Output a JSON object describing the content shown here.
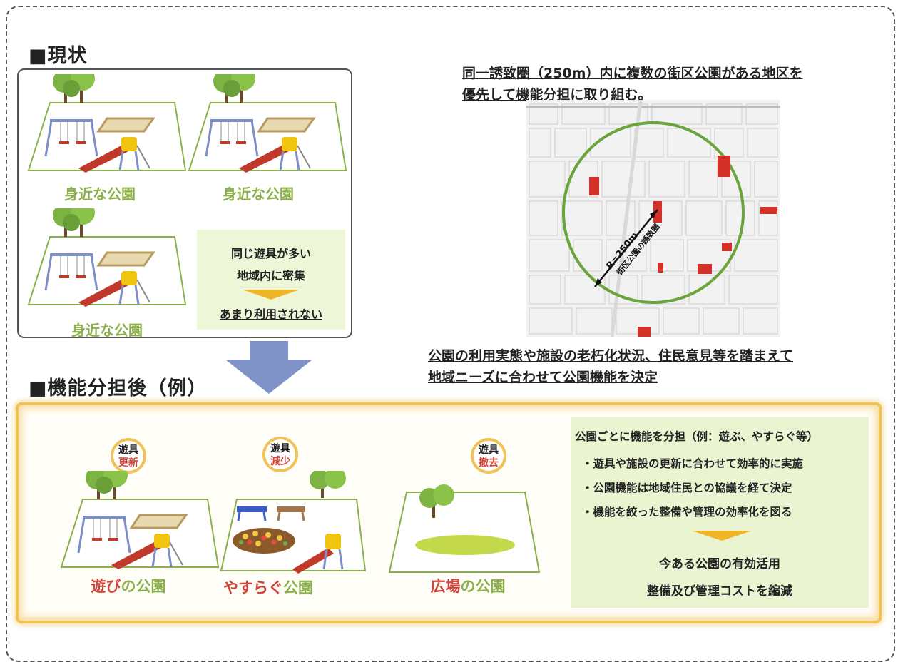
{
  "current": {
    "title": "■現状",
    "park_labels": [
      "身近な公園",
      "身近な公園",
      "身近な公園"
    ],
    "note": {
      "line1": "同じ遊具が多い",
      "line2": "地域内に密集",
      "result": "あまり利用されない"
    }
  },
  "map_section": {
    "heading_line1": "同一誘致圏（250m）内に複数の街区公園がある地区を",
    "heading_line2": "優先して機能分担に取り組む。",
    "radius_label": "R=250m",
    "radius_sublabel": "街区公園の誘致圏",
    "footer_line1": "公園の利用実態や施設の老朽化状況、住民意見等を踏まえて",
    "footer_line2": "地域ニーズに合わせて公園機能を決定"
  },
  "after": {
    "title": "■機能分担後（例）",
    "parks": [
      {
        "badge_top": "遊具",
        "badge_bottom": "更新",
        "label_main": "遊び",
        "label_suffix": "の公園"
      },
      {
        "badge_top": "遊具",
        "badge_bottom": "減少",
        "label_main": "やすらぐ",
        "label_suffix": "公園"
      },
      {
        "badge_top": "遊具",
        "badge_bottom": "撤去",
        "label_main": "広場",
        "label_suffix": "の公園"
      }
    ],
    "info": {
      "title": "公園ごとに機能を分担（例：遊ぶ、やすらぐ等）",
      "bullets": [
        "・遊具や施設の更新に合わせて効率的に実施",
        "・公園機能は地域住民との協議を経て決定",
        "・機能を絞った整備や管理の効率化を図る"
      ],
      "result1": "今ある公園の有効活用",
      "result2": "整備及び管理コストを縮減"
    }
  },
  "colors": {
    "green_label": "#8bb04a",
    "red_label": "#d0443a",
    "badge_ring": "#f0c35a",
    "arrow_blue": "#7f93c9",
    "park_marker": "#d4312a",
    "circle_green": "#6aa43a"
  }
}
